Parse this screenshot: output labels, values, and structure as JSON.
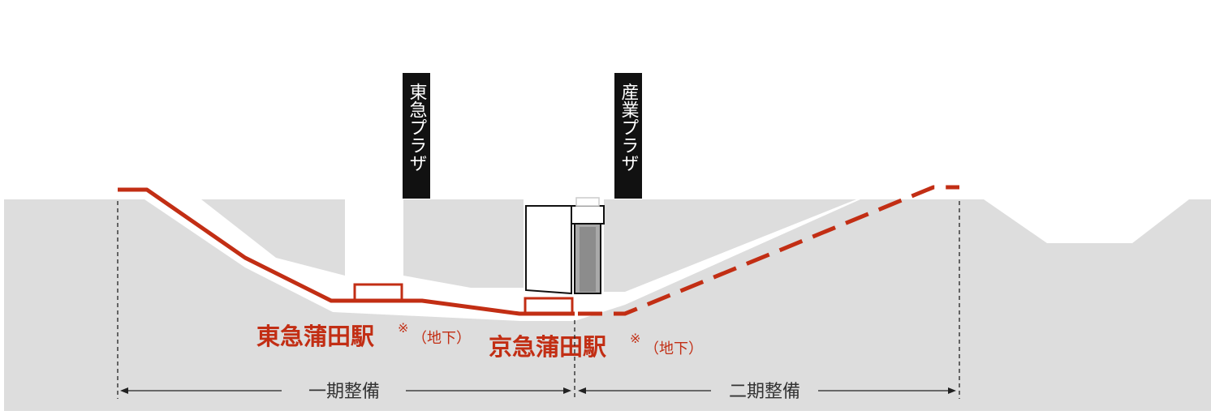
{
  "colors": {
    "ground": "#dddddd",
    "route": "#c22e14",
    "building_label_bg": "#111111",
    "building_label_text": "#ffffff",
    "phase_text": "#333333",
    "dim_line": "#222222"
  },
  "buildings": [
    {
      "id": "tokyu-plaza",
      "label": "東急プラザ"
    },
    {
      "id": "sangyo-plaza",
      "label": "産業プラザ"
    }
  ],
  "stations": [
    {
      "id": "tokyu-kamata",
      "name": "東急蒲田駅",
      "mark": "※",
      "note": "（地下）"
    },
    {
      "id": "keikyu-kamata",
      "name": "京急蒲田駅",
      "mark": "※",
      "note": "（地下）"
    }
  ],
  "phases": [
    {
      "id": "phase-1",
      "label": "一期整備"
    },
    {
      "id": "phase-2",
      "label": "二期整備"
    }
  ]
}
